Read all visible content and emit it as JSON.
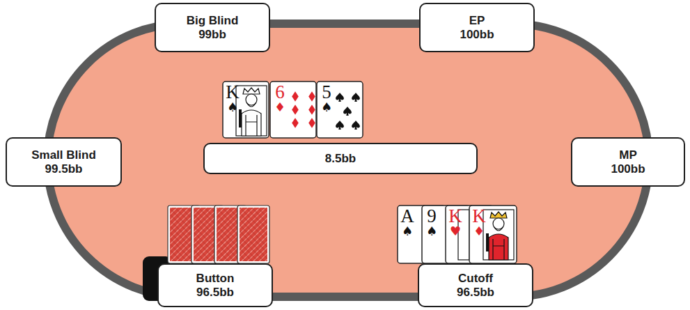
{
  "diagram": {
    "nodes": [
      {
        "text": [
          "Big Blind",
          "99bb"
        ]
      },
      {
        "text": [
          "EP",
          "100bb"
        ]
      },
      {
        "text": [
          "K",
          "♠"
        ]
      },
      {
        "text": [
          "6",
          "♦"
        ]
      },
      {
        "text": [
          "5",
          "♠"
        ]
      },
      {
        "text": [
          "Small Blind",
          "99.5bb"
        ]
      },
      {
        "text": [
          "8.5bb"
        ]
      },
      {
        "text": [
          "MP",
          "100bb"
        ]
      },
      {
        "text": [
          "A",
          "♠"
        ]
      },
      {
        "text": [
          "9",
          "♠"
        ]
      },
      {
        "text": [
          "K",
          "♥"
        ]
      },
      {
        "text": [
          "K",
          "♦"
        ]
      },
      {
        "text": [
          "Button",
          "96.5bb"
        ]
      },
      {
        "text": [
          "Cutoff",
          "96.5bb"
        ]
      }
    ]
  }
}
